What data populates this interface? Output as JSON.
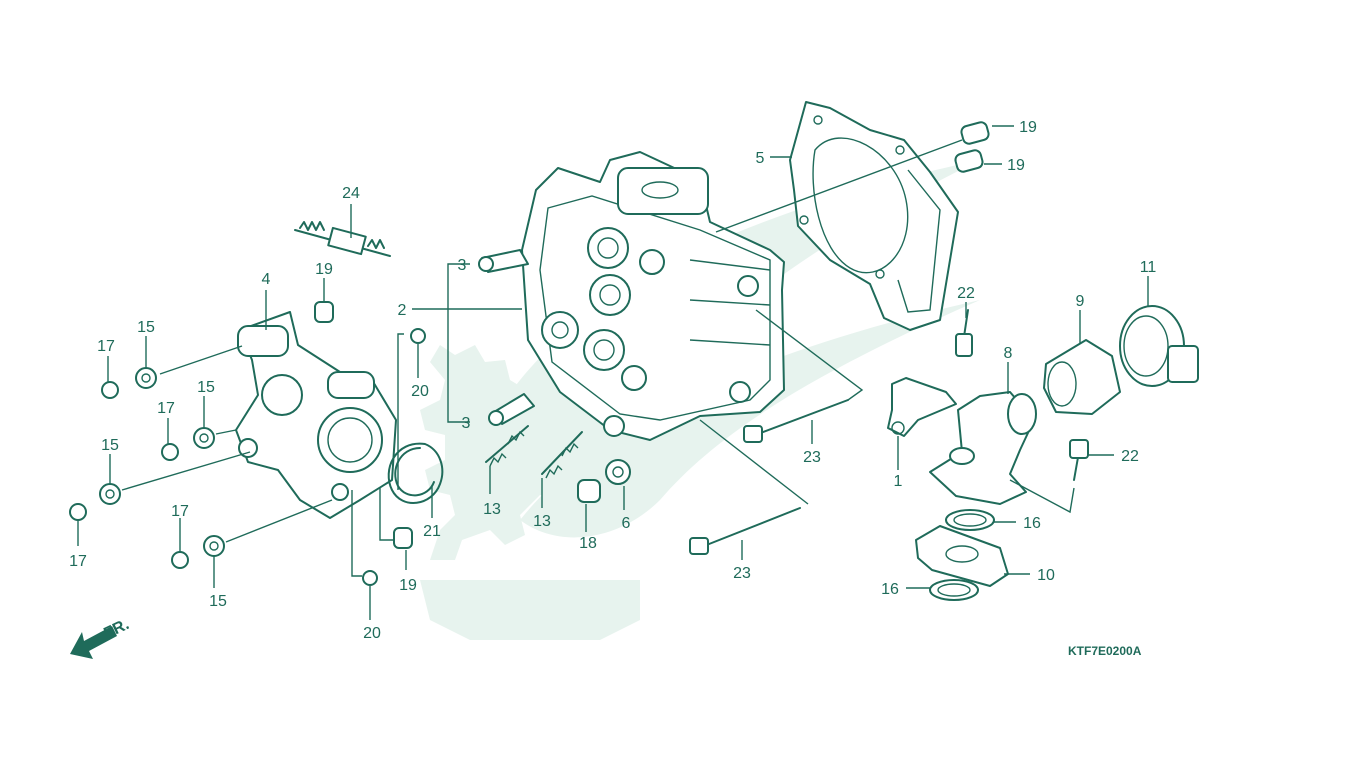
{
  "diagram": {
    "code": "KTF7E0200A",
    "direction_label": "FR.",
    "watermark": "gear-leaf-logo",
    "colors": {
      "line": "#1f6b5a",
      "watermark": "#e7f3ee",
      "background": "#ffffff"
    },
    "callouts": [
      {
        "id": "c24",
        "text": "24"
      },
      {
        "id": "c19a",
        "text": "19"
      },
      {
        "id": "c4",
        "text": "4"
      },
      {
        "id": "c17a",
        "text": "17"
      },
      {
        "id": "c15a",
        "text": "15"
      },
      {
        "id": "c17b",
        "text": "17"
      },
      {
        "id": "c15b",
        "text": "15"
      },
      {
        "id": "c15c",
        "text": "15"
      },
      {
        "id": "c17c",
        "text": "17"
      },
      {
        "id": "c17d",
        "text": "17"
      },
      {
        "id": "c15d",
        "text": "15"
      },
      {
        "id": "c20a",
        "text": "20"
      },
      {
        "id": "c21",
        "text": "21"
      },
      {
        "id": "c19b",
        "text": "19"
      },
      {
        "id": "c20b",
        "text": "20"
      },
      {
        "id": "c3a",
        "text": "3"
      },
      {
        "id": "c2",
        "text": "2"
      },
      {
        "id": "c3b",
        "text": "3"
      },
      {
        "id": "c13a",
        "text": "13"
      },
      {
        "id": "c13b",
        "text": "13"
      },
      {
        "id": "c18",
        "text": "18"
      },
      {
        "id": "c6",
        "text": "6"
      },
      {
        "id": "c5",
        "text": "5"
      },
      {
        "id": "c19c",
        "text": "19"
      },
      {
        "id": "c19d",
        "text": "19"
      },
      {
        "id": "c23a",
        "text": "23"
      },
      {
        "id": "c23b",
        "text": "23"
      },
      {
        "id": "c22a",
        "text": "22"
      },
      {
        "id": "c1",
        "text": "1"
      },
      {
        "id": "c8",
        "text": "8"
      },
      {
        "id": "c9",
        "text": "9"
      },
      {
        "id": "c11",
        "text": "11"
      },
      {
        "id": "c22b",
        "text": "22"
      },
      {
        "id": "c16a",
        "text": "16"
      },
      {
        "id": "c10",
        "text": "10"
      },
      {
        "id": "c16b",
        "text": "16"
      }
    ]
  }
}
